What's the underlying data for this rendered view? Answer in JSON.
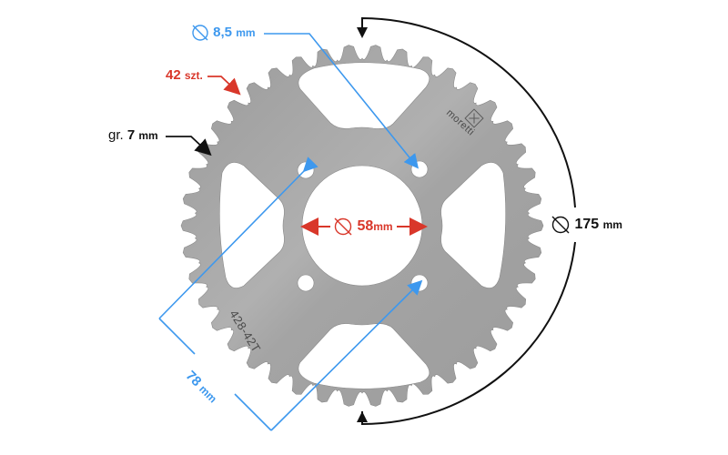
{
  "diagram": {
    "subject": "rear chain sprocket",
    "colors": {
      "metal": "#a9a9a9",
      "metal_dark": "#8e8e8e",
      "blue_dim": "#3d98ee",
      "red_dim": "#d9372a",
      "black_dim": "#111111"
    },
    "labels": {
      "bolt_hole": {
        "icon": "diameter-icon",
        "value": "8,5",
        "unit": "mm"
      },
      "teeth": {
        "value": "42",
        "unit": "szt."
      },
      "thickness": {
        "prefix": "gr.",
        "value": "7",
        "unit": "mm"
      },
      "center_bore": {
        "icon": "diameter-icon",
        "value": "58",
        "unit": "mm"
      },
      "outer_diameter": {
        "icon": "diameter-icon",
        "value": "175",
        "unit": "mm"
      },
      "bolt_spacing": {
        "value": "78",
        "unit": "mm"
      }
    },
    "engravings": {
      "part_code": "428-42T",
      "brand": "moretti"
    }
  }
}
